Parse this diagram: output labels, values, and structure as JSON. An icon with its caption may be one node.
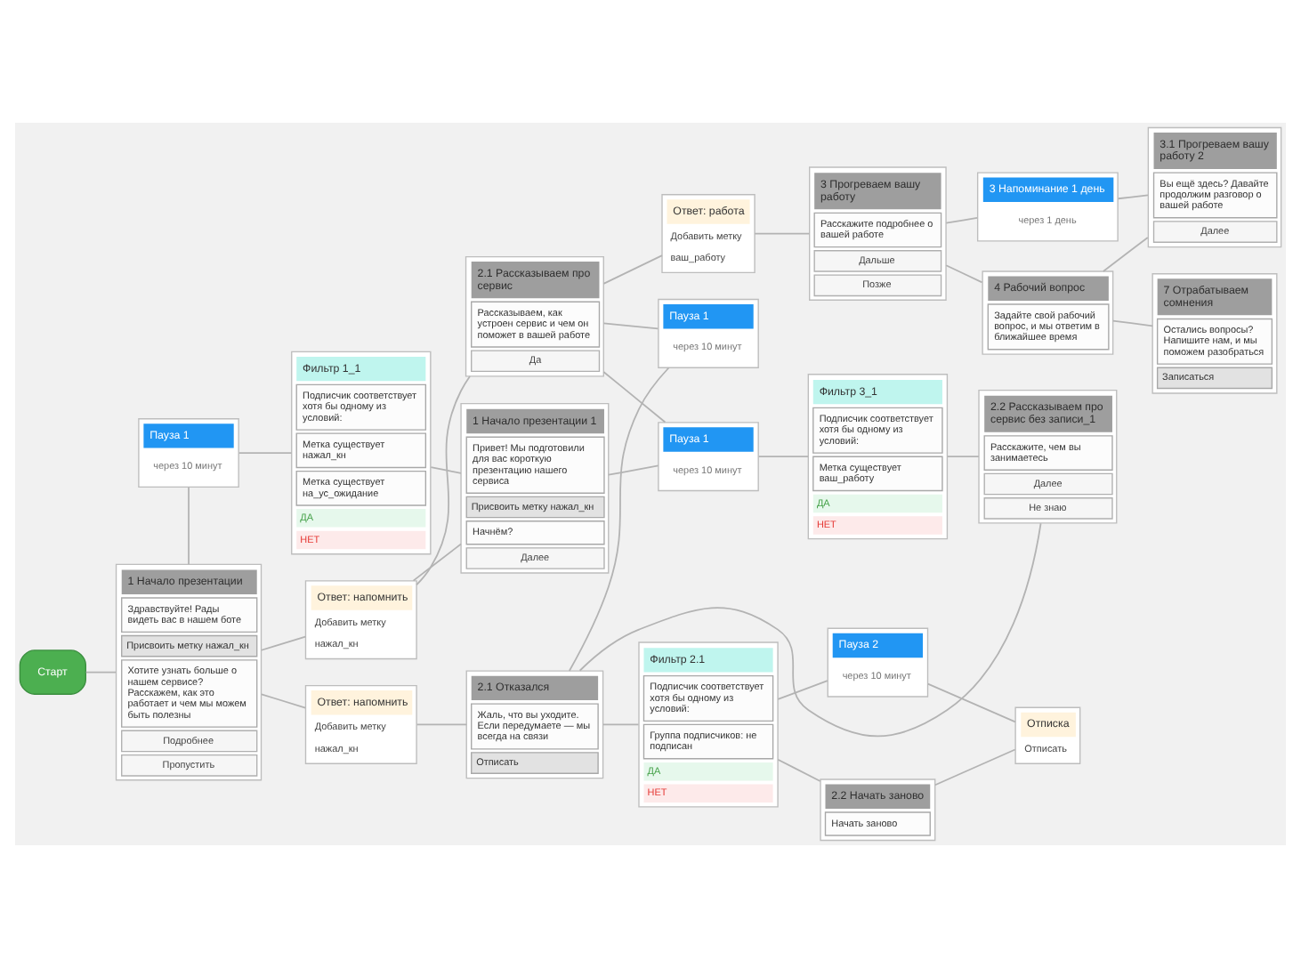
{
  "diagram": {
    "nodes": [
      {
        "text": [
          "Старт"
        ]
      },
      {
        "text": [
          "Пауза 1",
          "через 10 минут"
        ]
      },
      {
        "text": [
          "1 Начало презентации",
          "Здравствуйте! Рады видеть вас в нашем боте",
          "Присвоить метку нажал_кн",
          "Хотите узнать больше о нашем сервисе? Расскажем, как это работает и чем мы можем быть полезны",
          "Подробнее",
          "Пропустить"
        ]
      },
      {
        "text": [
          "Фильтр 1_1",
          "Подписчик соответствует хотя бы одному из условий:",
          "Метка существует нажал_кн",
          "Метка существует на_ус_ожидание",
          "ДА",
          "НЕТ"
        ]
      },
      {
        "text": [
          "Ответ: напомнить",
          "Добавить метку",
          "нажал_кн"
        ]
      },
      {
        "text": [
          "2.1 Отказался",
          "Жаль, что вы уходите. Если передумаете — мы всегда на связи",
          "Отписать"
        ]
      },
      {
        "text": [
          "Фильтр 2.1",
          "Подписчик соответствует хотя бы одному из условий:",
          "Группа подписчиков: не подписан",
          "ДА",
          "НЕТ"
        ]
      },
      {
        "text": [
          "Пауза 2",
          "через 10 минут"
        ]
      },
      {
        "text": [
          "Отписка",
          "Отписать"
        ]
      },
      {
        "text": [
          "2.2 Начать заново",
          "Начать заново"
        ]
      },
      {
        "text": [
          "1 Начало презентации 1",
          "Привет! Мы подготовили для вас короткую презентацию нашего сервиса",
          "Присвоить метку нажал_кн",
          "Начнём?",
          "Далее"
        ]
      },
      {
        "text": [
          "Ответ: напомнить",
          "Добавить метку",
          "нажал_кн"
        ]
      },
      {
        "text": [
          "Пауза 1",
          "через 10 минут"
        ]
      },
      {
        "text": [
          "2.1 Рассказываем про сервис",
          "Рассказываем, как устроен сервис и чем он поможет в вашей работе",
          "Да"
        ]
      },
      {
        "text": [
          "Пауза 1",
          "через 10 минут"
        ]
      },
      {
        "text": [
          "Фильтр 3_1",
          "Подписчик соответствует хотя бы одному из условий:",
          "Метка существует ваш_работу",
          "ДА",
          "НЕТ"
        ]
      },
      {
        "text": [
          "2.2 Рассказываем про сервис без записи_1",
          "Расскажите, чем вы занимаетесь",
          "Далее",
          "Не знаю"
        ]
      },
      {
        "text": [
          "3 Прогреваем вашу работу",
          "Расскажите подробнее о вашей работе",
          "Дальше",
          "Позже"
        ]
      },
      {
        "text": [
          "3 Напоминание 1 день",
          "через 1 день"
        ]
      },
      {
        "text": [
          "3.1 Прогреваем вашу работу 2",
          "Вы ещё здесь? Давайте продолжим разговор о вашей работе",
          "Далее"
        ]
      },
      {
        "text": [
          "Ответ: работа",
          "Добавить метку",
          "ваш_работу"
        ]
      },
      {
        "text": [
          "4 Рабочий вопрос",
          "Задайте свой рабочий вопрос, и мы ответим в ближайшее время"
        ]
      },
      {
        "text": [
          "7 Отрабатываем сомнения",
          "Остались вопросы? Напишите нам, и мы поможем разобраться",
          "Записаться"
        ]
      }
    ],
    "edges": [
      {
        "from": 0,
        "to": 2,
        "arrow": "none"
      },
      {
        "from": 1,
        "to": 3,
        "arrow": "none"
      },
      {
        "from": 2,
        "to": 1,
        "arrow": "none"
      },
      {
        "from": 3,
        "to": 10,
        "arrow": "none"
      },
      {
        "from": 2,
        "to": 4,
        "arrow": "none"
      },
      {
        "from": 2,
        "to": 11,
        "arrow": "none"
      },
      {
        "from": 4,
        "to": 5,
        "arrow": "none"
      },
      {
        "from": 5,
        "to": 6,
        "arrow": "none"
      },
      {
        "from": 6,
        "to": 7,
        "arrow": "none"
      },
      {
        "from": 6,
        "to": 9,
        "arrow": "none"
      },
      {
        "from": 7,
        "to": 8,
        "arrow": "none"
      },
      {
        "from": 9,
        "to": 8,
        "arrow": "none"
      },
      {
        "from": 10,
        "to": 11,
        "arrow": "none"
      },
      {
        "from": 10,
        "to": 14,
        "arrow": "none"
      },
      {
        "from": 11,
        "to": 13,
        "arrow": "none"
      },
      {
        "from": 12,
        "to": 5,
        "arrow": "none"
      },
      {
        "from": 13,
        "to": 12,
        "arrow": "none"
      },
      {
        "from": 13,
        "to": 14,
        "arrow": "none"
      },
      {
        "from": 13,
        "to": 20,
        "arrow": "none"
      },
      {
        "from": 14,
        "to": 15,
        "arrow": "none"
      },
      {
        "from": 15,
        "to": 16,
        "arrow": "none"
      },
      {
        "from": 16,
        "to": 5,
        "arrow": "none"
      },
      {
        "from": 20,
        "to": 17,
        "arrow": "none"
      },
      {
        "from": 17,
        "to": 18,
        "arrow": "none"
      },
      {
        "from": 17,
        "to": 21,
        "arrow": "none"
      },
      {
        "from": 18,
        "to": 19,
        "arrow": "none"
      },
      {
        "from": 19,
        "to": 21,
        "arrow": "none"
      },
      {
        "from": 21,
        "to": 22,
        "arrow": "none"
      }
    ]
  }
}
